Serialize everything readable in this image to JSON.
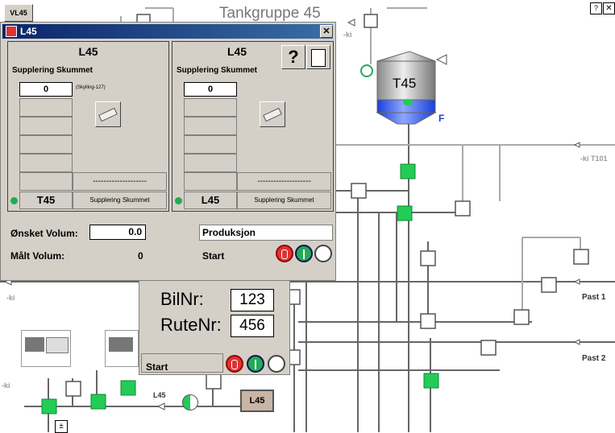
{
  "top_left_tab": "VL45",
  "title": "Tankgruppe 45",
  "window_controls": {
    "help_icon": "help-book-icon",
    "close_icon": "close-x-icon"
  },
  "tank": {
    "label": "T45",
    "fill_color": "#1a3fd8"
  },
  "labels": {
    "ki_top": "-ki",
    "ki_t101": "-ki T101",
    "ki_left": "-ki",
    "ki_bottom_left": "-ki",
    "past1": "Past 1",
    "past2": "Past 2",
    "l45_line": "L45",
    "l45_button": "L45"
  },
  "dialog": {
    "title": "L45",
    "panel_left": {
      "heading": "L45",
      "subheading": "Supplering Skummet",
      "value": "0",
      "note": "(Skylling-127)",
      "dashes": "--------------------",
      "footer_left": "T45",
      "footer_right": "Supplering Skummet"
    },
    "panel_right": {
      "heading": "L45",
      "subheading": "Supplering Skummet",
      "value": "0",
      "dashes": "--------------------",
      "footer_left": "L45",
      "footer_right": "Supplering Skummet"
    },
    "onsket_label": "Ønsket Volum:",
    "onsket_value": "0.0",
    "malt_label": "Målt Volum:",
    "malt_value": "0",
    "mode_value": "Produksjon",
    "start_label": "Start"
  },
  "bil_panel": {
    "bilnr_label": "BilNr:",
    "bilnr_value": "123",
    "rutenr_label": "RuteNr:",
    "rutenr_value": "456",
    "start_label": "Start"
  }
}
